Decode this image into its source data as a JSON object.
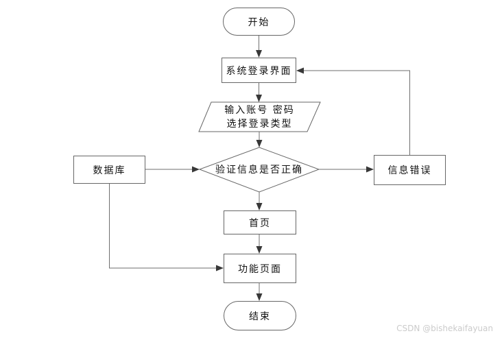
{
  "page": {
    "background": "#ffffff"
  },
  "colors": {
    "shape_border": "#666666",
    "shape_fill": "#ffffff",
    "connector": "#6e6e6e",
    "arrowhead": "#383838",
    "text": "#111111",
    "watermark": "#cbcbcb"
  },
  "nodes": {
    "start": {
      "type": "stadium",
      "label": "开始"
    },
    "login": {
      "type": "rect",
      "label": "系统登录界面"
    },
    "input": {
      "type": "parallelogram",
      "label_line1": "输入账号 密码",
      "label_line2": "选择登录类型"
    },
    "verify": {
      "type": "diamond",
      "label": "验证信息是否正确"
    },
    "database": {
      "type": "rect",
      "label": "数据库"
    },
    "error": {
      "type": "rect",
      "label": "信息错误"
    },
    "home": {
      "type": "rect",
      "label": "首页"
    },
    "function": {
      "type": "rect",
      "label": "功能页面"
    },
    "end": {
      "type": "stadium",
      "label": "结束"
    }
  },
  "edges": [
    {
      "from": "start",
      "to": "login"
    },
    {
      "from": "login",
      "to": "input"
    },
    {
      "from": "input",
      "to": "verify"
    },
    {
      "from": "verify",
      "to": "home"
    },
    {
      "from": "home",
      "to": "function"
    },
    {
      "from": "function",
      "to": "end"
    },
    {
      "from": "database",
      "to": "verify"
    },
    {
      "from": "verify",
      "to": "error"
    },
    {
      "from": "error",
      "to": "login"
    },
    {
      "from": "database",
      "to": "function"
    }
  ],
  "watermark": {
    "text": "CSDN @bishekaifayuan"
  }
}
